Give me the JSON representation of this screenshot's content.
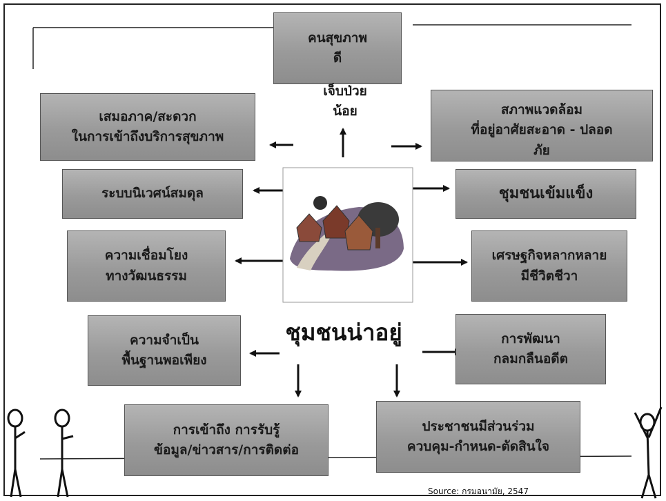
{
  "top_box": {
    "line1": "คนสุขภาพ",
    "line2": "ดี",
    "line3": "เจ็บป่วย",
    "line4": "น้อย"
  },
  "center": {
    "title": "ชุมชนน่าอยู่"
  },
  "left_boxes": [
    {
      "line1": "เสมอภาค/สะดวก",
      "line2": "ในการเข้าถึงบริการสุขภาพ"
    },
    {
      "line1": "ระบบนิเวศน์สมดุล"
    },
    {
      "line1": "ความเชื่อมโยง",
      "line2": "ทางวัฒนธรรม"
    },
    {
      "line1": "ความจำเป็น",
      "line2": "พื้นฐานพอเพียง"
    }
  ],
  "right_boxes": [
    {
      "line1": "สภาพแวดล้อม",
      "line2": "ที่อยู่อาศัยสะอาด - ปลอด",
      "line3": "ภัย"
    },
    {
      "line1": "ชุมชนเข้มแข็ง"
    },
    {
      "line1": "เศรษฐกิจหลากหลาย",
      "line2": "มีชีวิตชีวา"
    },
    {
      "line1": "การพัฒนา",
      "line2": "กลมกลืนอดีต"
    }
  ],
  "bottom_boxes": [
    {
      "line1": "การเข้าถึง การรับรู้",
      "line2": "ข้อมูล/ข่าวสาร/การติดต่อ"
    },
    {
      "line1": "ประชาชนมีส่วนร่วม",
      "line2": "ควบคุม-กำหนด-ตัดสินใจ"
    }
  ],
  "source": "Source: กรมอนามัย, 2547",
  "colors": {
    "box_fill": "#9a9a9a",
    "arrow": "#111111"
  }
}
